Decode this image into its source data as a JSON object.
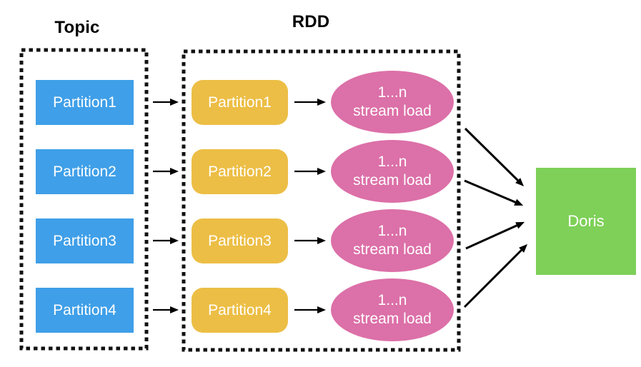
{
  "topic": {
    "title": "Topic",
    "partitions": [
      {
        "label": "Partition1"
      },
      {
        "label": "Partition2"
      },
      {
        "label": "Partition3"
      },
      {
        "label": "Partition4"
      }
    ]
  },
  "rdd": {
    "title": "RDD",
    "partitions": [
      {
        "label": "Partition1"
      },
      {
        "label": "Partition2"
      },
      {
        "label": "Partition3"
      },
      {
        "label": "Partition4"
      }
    ],
    "stream_load": {
      "line1": "1...n",
      "line2": "stream load"
    }
  },
  "doris": {
    "label": "Doris"
  },
  "colors": {
    "topic_partition": "#3F9FE8",
    "rdd_partition": "#ECBE45",
    "stream_load": "#DC70A8",
    "doris": "#7ED058",
    "arrow": "#000000",
    "dashed_border": "#111111",
    "shape_text": "#FFFFFF",
    "title_text": "#000000"
  }
}
